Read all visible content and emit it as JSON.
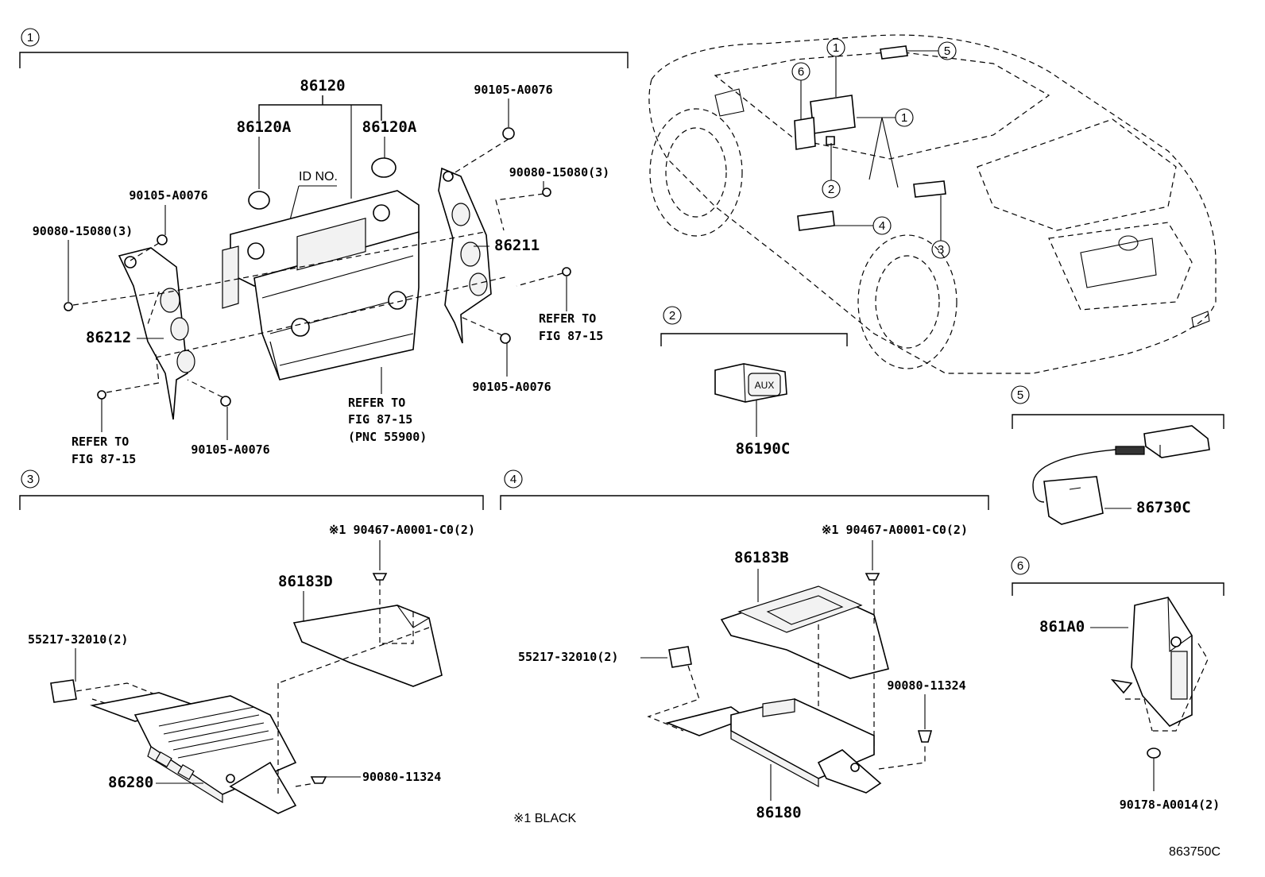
{
  "sections": {
    "s1": "1",
    "s2": "2",
    "s3": "3",
    "s4": "4",
    "s5": "5",
    "s6": "6"
  },
  "car_callouts": {
    "c1a": "1",
    "c1b": "1",
    "c2": "2",
    "c3": "3",
    "c4": "4",
    "c5": "5",
    "c6": "6"
  },
  "labels": {
    "p86120": "86120",
    "p86120a_l": "86120A",
    "p86120a_r": "86120A",
    "id_no": "ID NO.",
    "p90105_tr": "90105-A0076",
    "p90080_tr": "90080-15080(3)",
    "p90105_l": "90105-A0076",
    "p90080_l": "90080-15080(3)",
    "p86211": "86211",
    "p86212": "86212",
    "refer_r1": "REFER TO",
    "refer_r2": "FIG 87-15",
    "p90105_br": "90105-A0076",
    "refer_c1": "REFER TO",
    "refer_c2": "FIG 87-15",
    "refer_c3": "(PNC 55900)",
    "refer_l1": "REFER TO",
    "refer_l2": "FIG 87-15",
    "p90105_bl": "90105-A0076",
    "p86190c": "86190C",
    "aux": "AUX",
    "p86730c": "86730C",
    "p90467_s3": "※1 90467-A0001-C0(2)",
    "p86183d": "86183D",
    "p55217_s3": "55217-32010(2)",
    "p86280": "86280",
    "p90080_s3": "90080-11324",
    "p90467_s4": "※1 90467-A0001-C0(2)",
    "p86183b": "86183B",
    "p55217_s4": "55217-32010(2)",
    "p90080_s4": "90080-11324",
    "p86180": "86180",
    "p861a0": "861A0",
    "p90178": "90178-A0014(2)"
  },
  "footnote": "※1 BLACK",
  "figure_code": "863750C"
}
